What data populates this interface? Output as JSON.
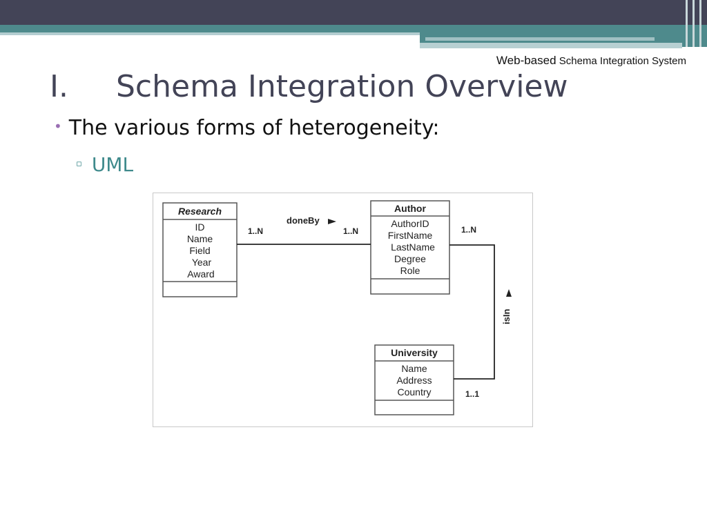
{
  "header_note": {
    "part1": "Web-based",
    "part2": " Schema Integration System"
  },
  "title": {
    "number": "I.",
    "text": "Schema Integration Overview"
  },
  "bullets": {
    "level1": "The various forms of heterogeneity:",
    "level2": "UML",
    "level1_marker": "•",
    "level2_marker": "▫"
  },
  "colors": {
    "title": "#434457",
    "accent": "#4e8a8c",
    "bullet": "#9a6fb3"
  },
  "diagram": {
    "classes": {
      "research": {
        "name": "Research",
        "attributes": [
          "ID",
          "Name",
          "Field",
          "Year",
          "Award"
        ]
      },
      "author": {
        "name": "Author",
        "attributes": [
          "AuthorID",
          "FirstName",
          "LastName",
          "Degree",
          "Role"
        ]
      },
      "university": {
        "name": "University",
        "attributes": [
          "Name",
          "Address",
          "Country"
        ]
      }
    },
    "associations": {
      "doneBy": {
        "label": "doneBy",
        "source_mult": "1..N",
        "target_mult": "1..N"
      },
      "isIn": {
        "label": "isIn",
        "source_mult": "1..N",
        "target_mult": "1..1"
      }
    }
  }
}
